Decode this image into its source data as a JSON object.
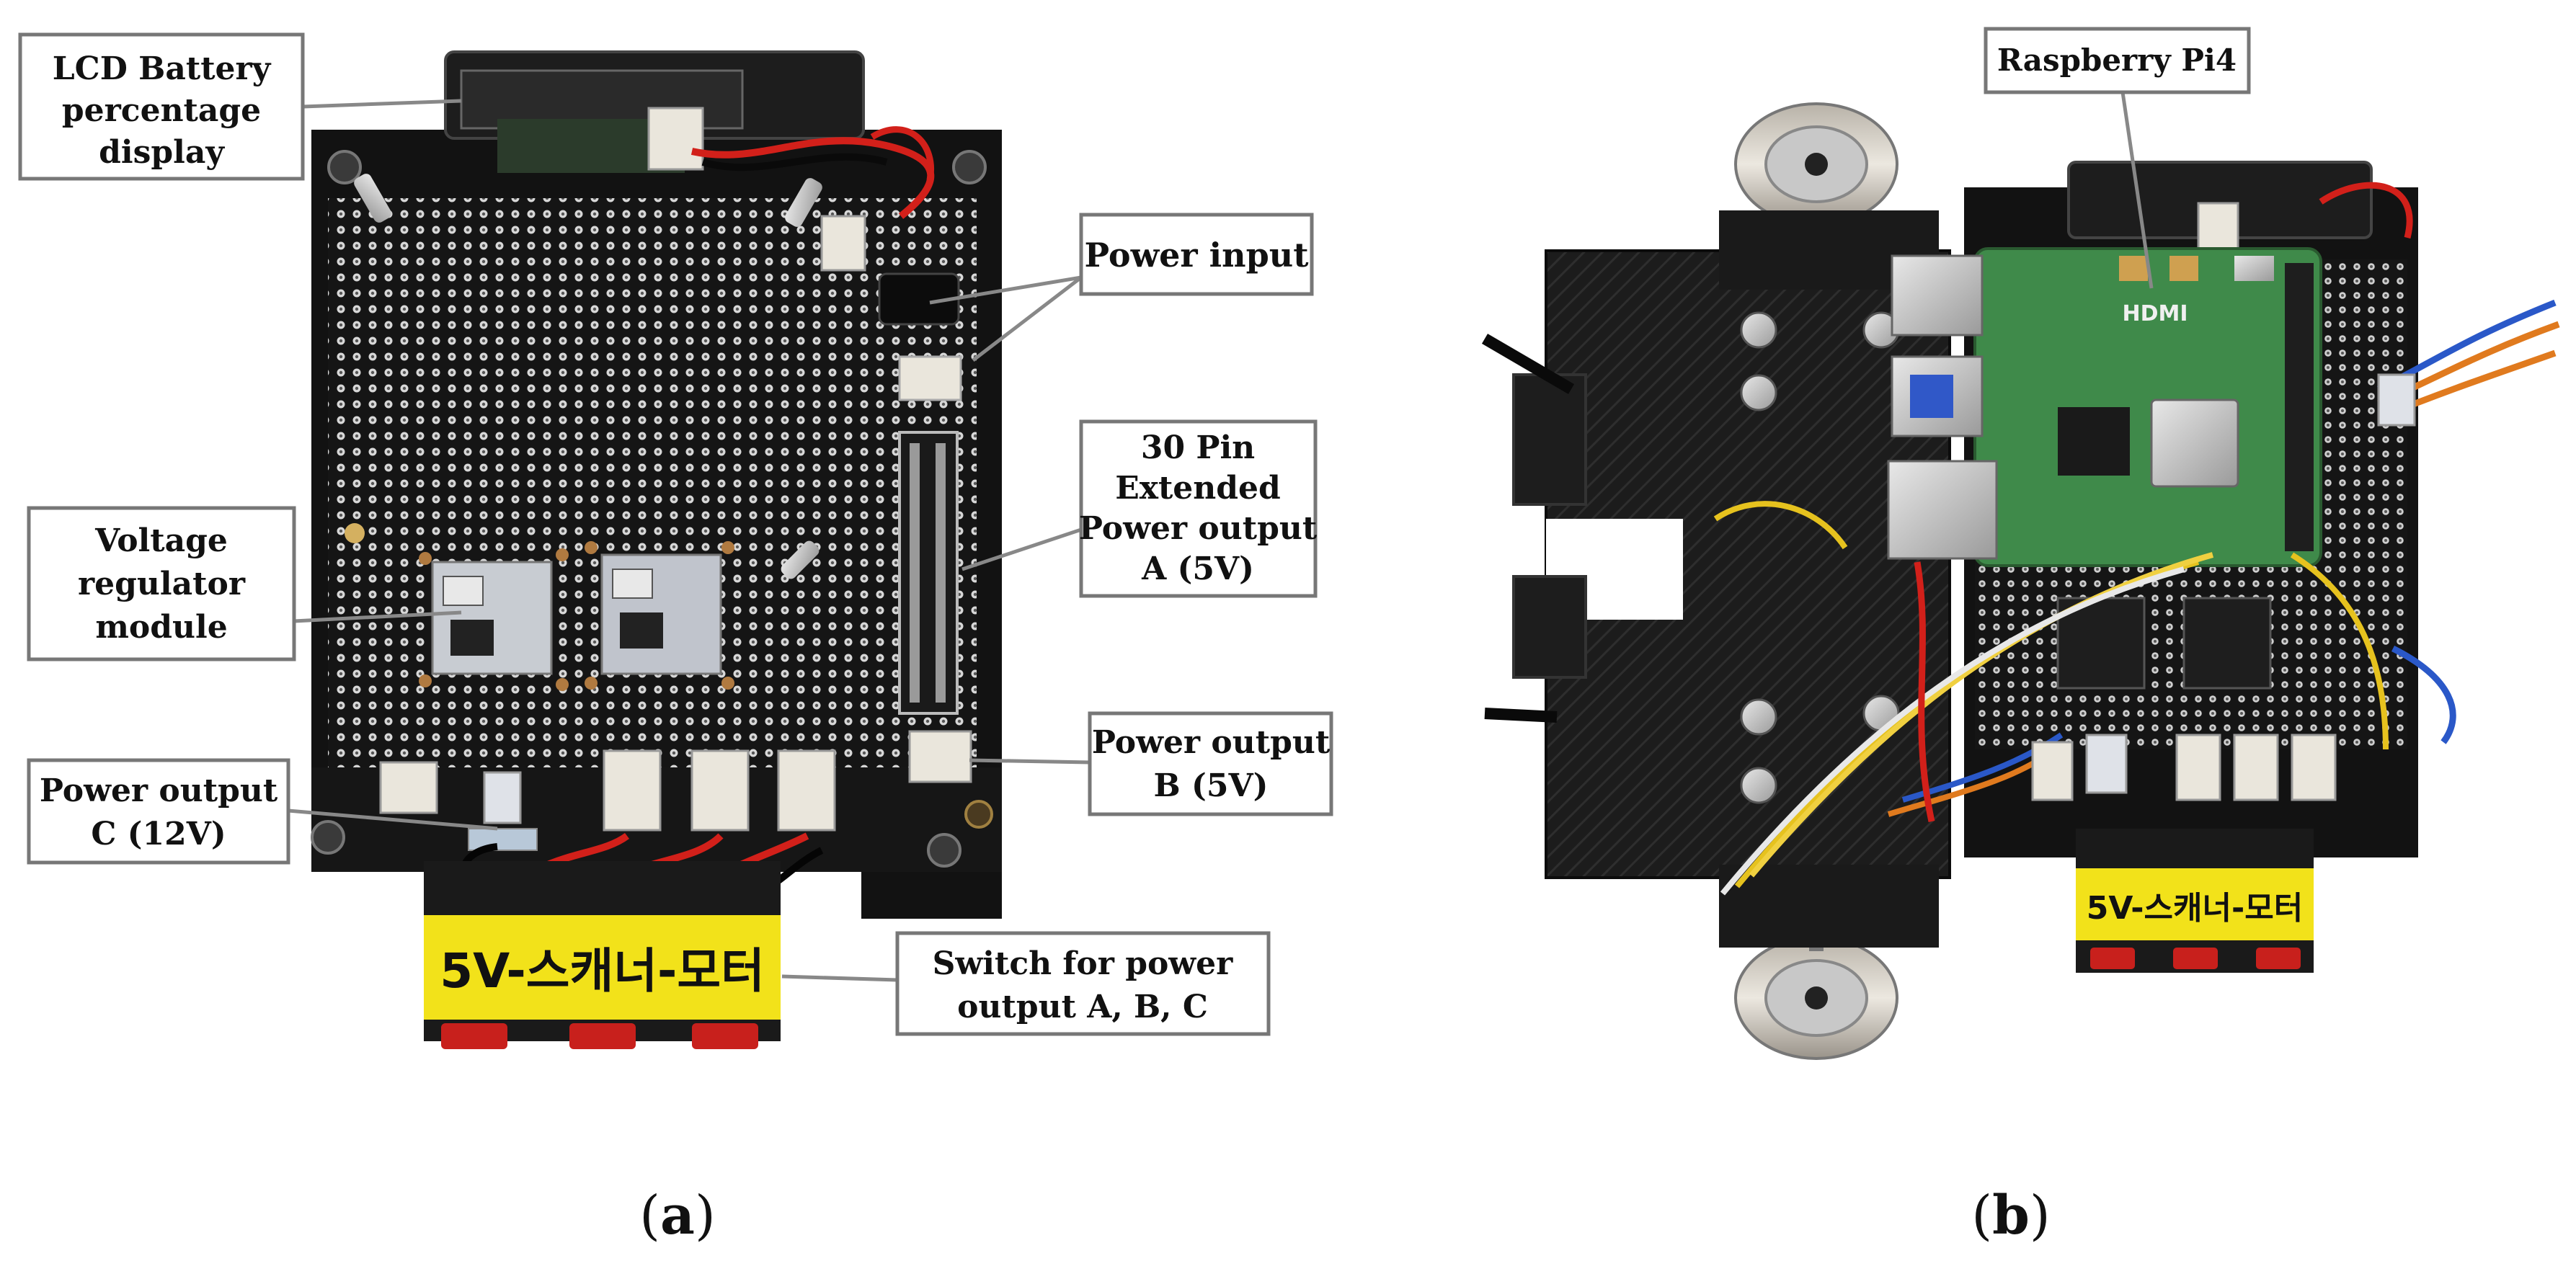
{
  "panel_a": {
    "caption_open": "(",
    "caption_letter": "a",
    "caption_close": ")",
    "callouts": {
      "lcd": [
        "LCD Battery",
        "percentage",
        "display"
      ],
      "power_input": [
        "Power input"
      ],
      "pin30": [
        "30 Pin",
        "Extended",
        "Power output",
        "A (5V)"
      ],
      "voltage_regulator": [
        "Voltage",
        "regulator",
        "module"
      ],
      "power_b": [
        "Power output",
        "B (5V)"
      ],
      "power_c": [
        "Power output",
        "C (12V)"
      ],
      "switch": [
        "Switch for power",
        "output A, B, C"
      ]
    },
    "switch_plate_text": "5V-스캐너-모터"
  },
  "panel_b": {
    "caption_open": "(",
    "caption_letter": "b",
    "caption_close": ")",
    "callouts": {
      "raspberry": [
        "Raspberry Pi4"
      ]
    },
    "switch_plate_text": "5V-스캐너-모터",
    "hdmi_text": "HDMI"
  },
  "colors": {
    "board": "#141414",
    "pcb_green": "#3f8a4a",
    "plate_yellow": "#f2e21a",
    "switch_red": "#c8201c",
    "wire_red": "#d2201a",
    "wire_yellow": "#e6c21e",
    "wire_orange": "#e07a1e",
    "wire_blue": "#2a58c8"
  }
}
